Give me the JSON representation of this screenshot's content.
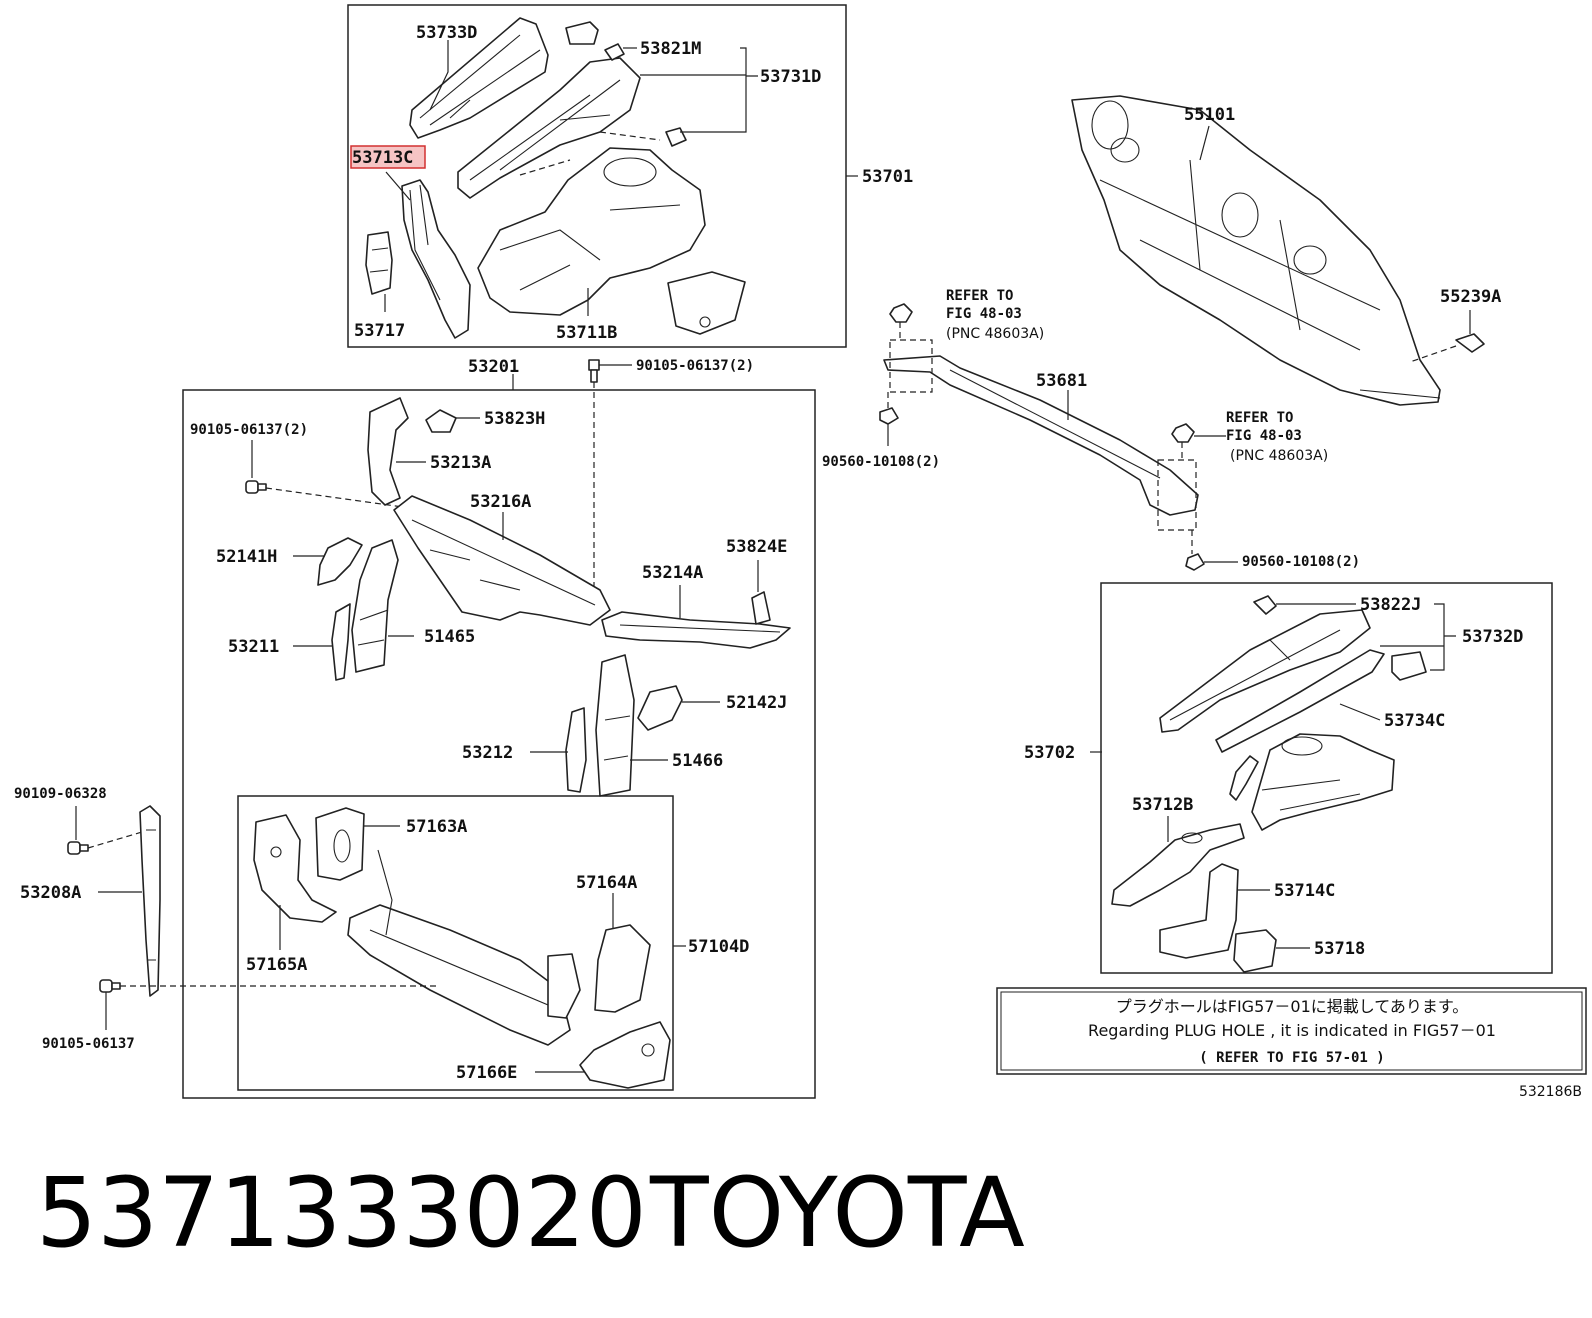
{
  "labels": {
    "p53733D": "53733D",
    "p53821M": "53821M",
    "p53731D": "53731D",
    "p53713C": "53713C",
    "p53701": "53701",
    "p53717": "53717",
    "p53711B": "53711B",
    "p53201": "53201",
    "p90105_top": "90105-06137(2)",
    "p90105_left": "90105-06137(2)",
    "p53823H": "53823H",
    "p53213A": "53213A",
    "p53216A": "53216A",
    "p52141H": "52141H",
    "p53824E": "53824E",
    "p53214A": "53214A",
    "p53211": "53211",
    "p51465": "51465",
    "p52142J": "52142J",
    "p53212": "53212",
    "p51466": "51466",
    "p57163A": "57163A",
    "p57164A": "57164A",
    "p57104D": "57104D",
    "p57165A": "57165A",
    "p57166E": "57166E",
    "p90109": "90109-06328",
    "p53208A": "53208A",
    "p90105_bottom": "90105-06137",
    "p55101": "55101",
    "p55239A": "55239A",
    "p53681": "53681",
    "p90560_left": "90560-10108(2)",
    "p90560_right": "90560-10108(2)",
    "p53822J": "53822J",
    "p53732D": "53732D",
    "p53734C": "53734C",
    "p53702": "53702",
    "p53712B": "53712B",
    "p53714C": "53714C",
    "p53718": "53718"
  },
  "refer_left": {
    "line1": "REFER TO",
    "line2": "FIG 48-03",
    "line3": "(PNC 48603A)"
  },
  "refer_right": {
    "line1": "REFER TO",
    "line2": "FIG 48-03",
    "line3": "(PNC 48603A)"
  },
  "note": {
    "japanese": "プラグホールはFIG57－01に掲載してあります。",
    "english": "Regarding  PLUG HOLE , it is indicated in FIG57－01",
    "refer": "(    REFER TO FIG 57-01    )"
  },
  "figure_code": "532186B",
  "caption": {
    "part_number": "5371333020",
    "brand": "TOYOTA"
  },
  "highlight_color": "#d23030"
}
